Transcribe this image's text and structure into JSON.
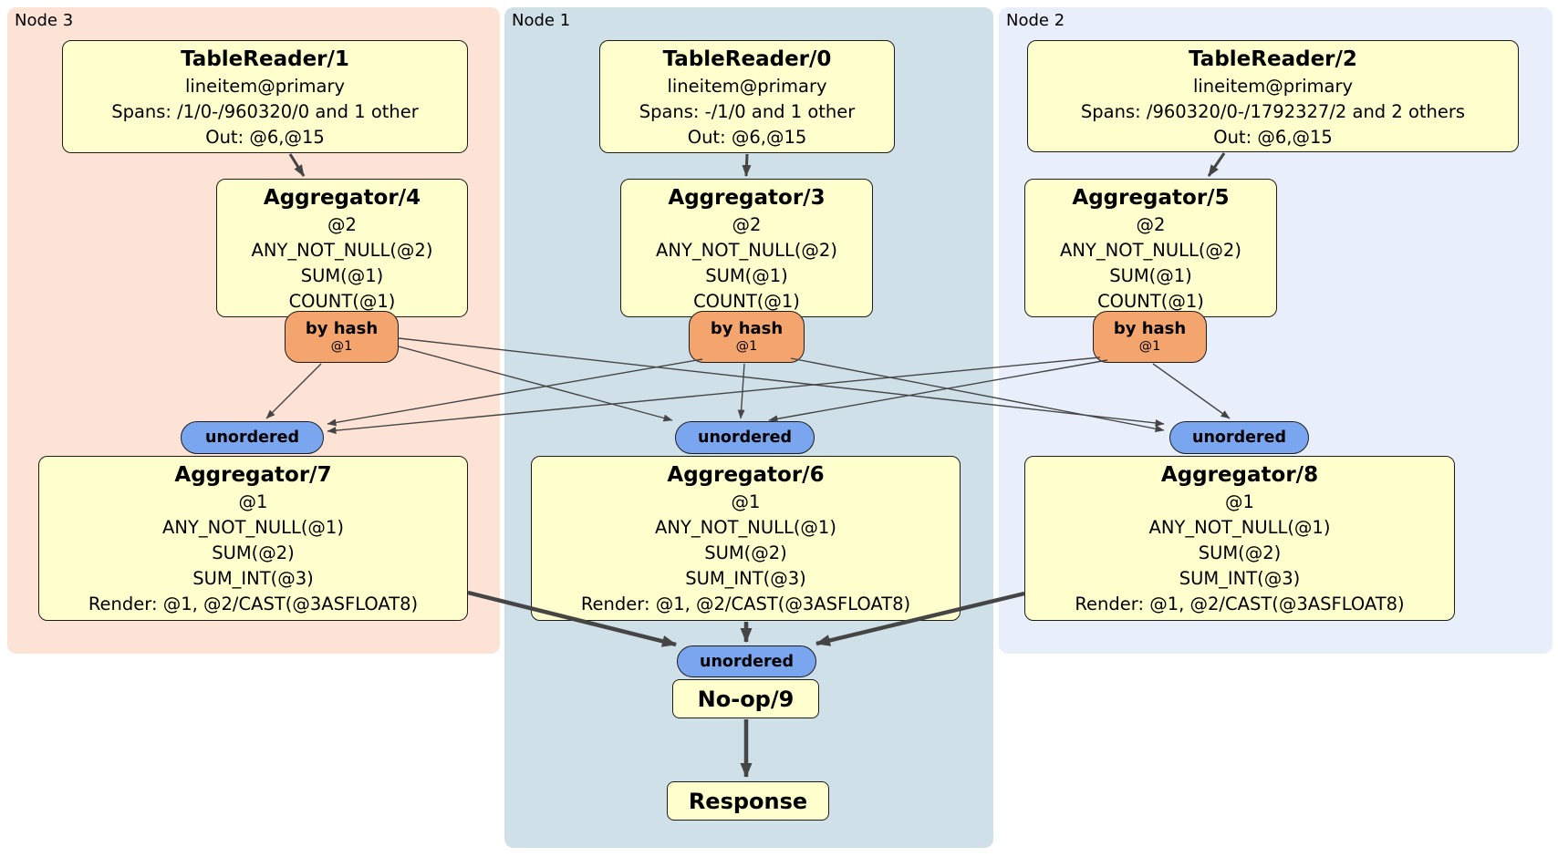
{
  "regions": {
    "node3": {
      "label": "Node 3"
    },
    "node1": {
      "label": "Node 1"
    },
    "node2": {
      "label": "Node 2"
    }
  },
  "processors": {
    "tr1": {
      "title": "TableReader/1",
      "lines": [
        "lineitem@primary",
        "Spans: /1/0-/960320/0 and 1 other",
        "Out: @6,@15"
      ]
    },
    "tr0": {
      "title": "TableReader/0",
      "lines": [
        "lineitem@primary",
        "Spans: -/1/0 and 1 other",
        "Out: @6,@15"
      ]
    },
    "tr2": {
      "title": "TableReader/2",
      "lines": [
        "lineitem@primary",
        "Spans: /960320/0-/1792327/2 and 2 others",
        "Out: @6,@15"
      ]
    },
    "agg4": {
      "title": "Aggregator/4",
      "lines": [
        "@2",
        "ANY_NOT_NULL(@2)",
        "SUM(@1)",
        "COUNT(@1)"
      ]
    },
    "agg3": {
      "title": "Aggregator/3",
      "lines": [
        "@2",
        "ANY_NOT_NULL(@2)",
        "SUM(@1)",
        "COUNT(@1)"
      ]
    },
    "agg5": {
      "title": "Aggregator/5",
      "lines": [
        "@2",
        "ANY_NOT_NULL(@2)",
        "SUM(@1)",
        "COUNT(@1)"
      ]
    },
    "agg7": {
      "title": "Aggregator/7",
      "lines": [
        "@1",
        "ANY_NOT_NULL(@1)",
        "SUM(@2)",
        "SUM_INT(@3)",
        "Render: @1, @2/CAST(@3ASFLOAT8)"
      ]
    },
    "agg6": {
      "title": "Aggregator/6",
      "lines": [
        "@1",
        "ANY_NOT_NULL(@1)",
        "SUM(@2)",
        "SUM_INT(@3)",
        "Render: @1, @2/CAST(@3ASFLOAT8)"
      ]
    },
    "agg8": {
      "title": "Aggregator/8",
      "lines": [
        "@1",
        "ANY_NOT_NULL(@1)",
        "SUM(@2)",
        "SUM_INT(@3)",
        "Render: @1, @2/CAST(@3ASFLOAT8)"
      ]
    },
    "noop": {
      "title": "No-op/9"
    },
    "response": {
      "title": "Response"
    }
  },
  "router": {
    "label": "by hash",
    "detail": "@1"
  },
  "stream": {
    "label": "unordered"
  },
  "colors": {
    "region-node3": "#fce3d5",
    "region-node1": "#cfe0e9",
    "region-node2": "#e9effa",
    "box-fill": "#ffffcd",
    "box-border": "#1c1c1c",
    "router-fill": "#f4a46d",
    "stream-fill": "#7aa6ef",
    "edge": "#454545",
    "text": "#000000",
    "canvas": "#ffffff"
  }
}
